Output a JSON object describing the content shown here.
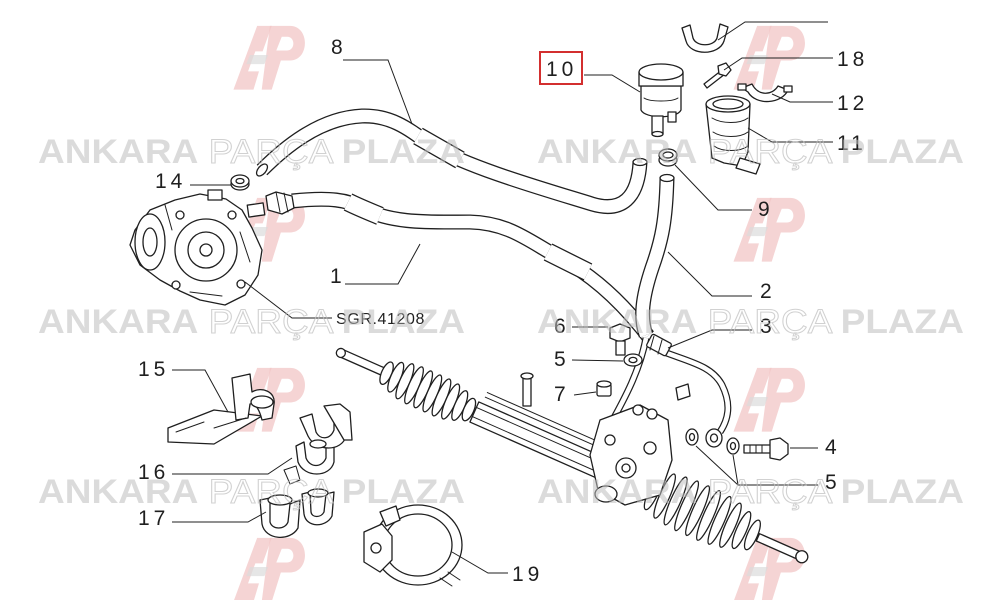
{
  "diagram": {
    "callouts": [
      {
        "label": "8"
      },
      {
        "label": "10",
        "highlighted": true
      },
      {
        "label": "18"
      },
      {
        "label": "12"
      },
      {
        "label": "11"
      },
      {
        "label": "14"
      },
      {
        "label": "9"
      },
      {
        "label": "1"
      },
      {
        "label": "2"
      },
      {
        "label": "SGR.41208"
      },
      {
        "label": "3"
      },
      {
        "label": "6"
      },
      {
        "label": "5"
      },
      {
        "label": "7"
      },
      {
        "label": "4"
      },
      {
        "label": "5"
      },
      {
        "label": "15"
      },
      {
        "label": "16"
      },
      {
        "label": "17"
      },
      {
        "label": "19"
      }
    ]
  },
  "watermark": {
    "words": [
      "ANKARA",
      "PARÇA",
      "PLAZA"
    ]
  },
  "colors": {
    "line": "#1f1f1f",
    "highlight_box": "#d32f2f",
    "watermark_text": "#bdbdbd",
    "logo_red": "#f2c6c6",
    "logo_gray": "#dcdcdc",
    "background": "#ffffff"
  }
}
